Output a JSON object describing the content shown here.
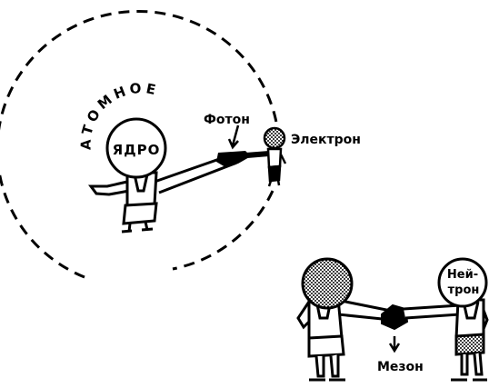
{
  "labels": {
    "nucleus_arc": "АТОМНОЕ",
    "nucleus": "ЯДРО",
    "photon": "Фотон",
    "electron": "Электрон",
    "neutron_top": "Ней-",
    "neutron_bottom": "трон",
    "meson": "Мезон"
  },
  "colors": {
    "ink": "#000000",
    "paper": "#ffffff"
  },
  "icons": [
    "arrow-down-icon",
    "arrow-down-left-icon"
  ]
}
